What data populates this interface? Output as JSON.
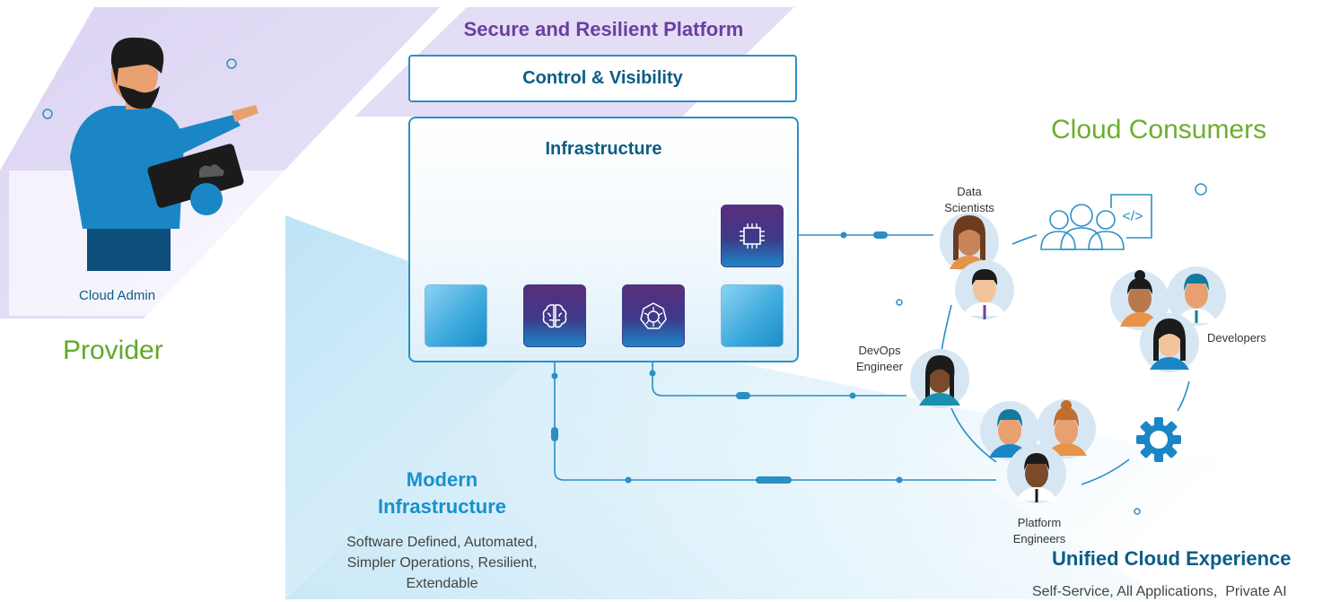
{
  "platform_title": "Secure and Resilient Platform",
  "control_label": "Control & Visibility",
  "infrastructure_label": "Infrastructure",
  "provider": {
    "title": "Provider",
    "role": "Cloud Admin"
  },
  "consumers": {
    "title": "Cloud Consumers",
    "roles": {
      "data_scientists": [
        "Data",
        "Scientists"
      ],
      "devops": [
        "DevOps",
        "Engineer"
      ],
      "developers": "Developers",
      "platform_engineers": [
        "Platform",
        "Engineers"
      ]
    }
  },
  "modern_infrastructure": {
    "title_lines": [
      "Modern",
      "Infrastructure"
    ],
    "description_lines": [
      "Software Defined, Automated,",
      "Simpler Operations, Resilient,",
      "Extendable"
    ]
  },
  "unified_experience": {
    "title": "Unified Cloud Experience",
    "description": "Self-Service, All Applications,  Private AI"
  },
  "colors": {
    "purple": "#6b3fa0",
    "blue_dark": "#0b5d86",
    "blue": "#1891cc",
    "green": "#5fa82a"
  },
  "icons": [
    "chip-icon",
    "brain-icon",
    "kubernetes-icon",
    "gear-icon",
    "code-icon",
    "people-icon"
  ]
}
